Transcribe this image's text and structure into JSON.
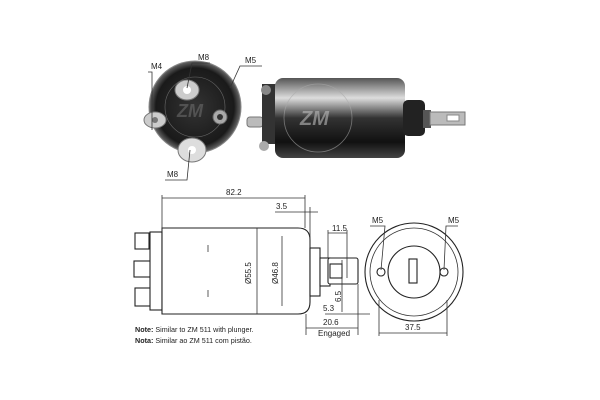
{
  "photo": {
    "labels": {
      "m4": "M4",
      "m8_top": "M8",
      "m5": "M5",
      "m8_bottom": "M8"
    },
    "watermark": "ZM"
  },
  "drawing": {
    "dims": {
      "overall_length": "82.2",
      "flange": "3.5",
      "plunger_width": "11.5",
      "body_diameter": "Ø55.5",
      "flange_diameter": "Ø46.8",
      "slot": "6.5",
      "slot_offset": "5.3",
      "plunger_travel": "20.6",
      "engaged": "Engaged",
      "hole_spacing": "37.5",
      "hole_left": "M5",
      "hole_right": "M5"
    }
  },
  "notes": [
    {
      "label": "Note:",
      "text": " Similar to ZM 511 with plunger."
    },
    {
      "label": "Nota:",
      "text": " Similar ao ZM 511 com pistão."
    }
  ]
}
